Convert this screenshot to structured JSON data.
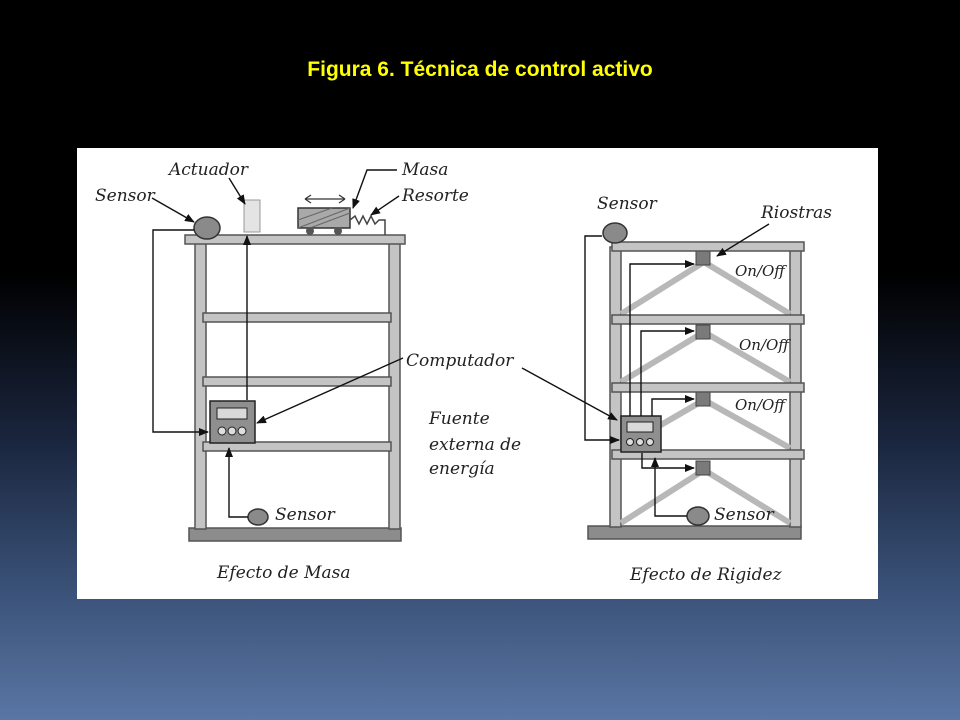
{
  "slide": {
    "title": "Figura 6. Técnica de control activo",
    "title_color": "#ffff00"
  },
  "diagram": {
    "left": {
      "caption": "Efecto de Masa",
      "labels": {
        "actuador": "Actuador",
        "masa": "Masa",
        "resorte": "Resorte",
        "sensor_top": "Sensor",
        "computador": "Computador",
        "fuente_1": "Fuente",
        "fuente_2": "externa de",
        "fuente_3": "energía",
        "sensor_bottom": "Sensor"
      }
    },
    "right": {
      "caption": "Efecto de Rigidez",
      "labels": {
        "sensor_top": "Sensor",
        "riostras": "Riostras",
        "onoff_1": "On/Off",
        "onoff_2": "On/Off",
        "onoff_3": "On/Off",
        "sensor_bottom": "Sensor"
      }
    }
  }
}
